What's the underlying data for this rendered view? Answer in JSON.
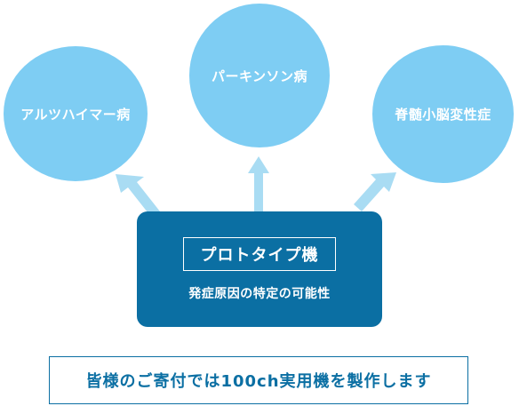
{
  "circles": {
    "left": "アルツハイマー病",
    "middle": "パーキンソン病",
    "right": "脊髄小脳変性症"
  },
  "prototype": {
    "title": "プロトタイプ機",
    "subtitle": "発症原因の特定の可能性"
  },
  "footer": {
    "text": "皆様のご寄付では100ch実用機を製作します"
  },
  "colors": {
    "circle": "#7ecdf3",
    "arrow": "#a9dcf3",
    "box": "#0b6fa3",
    "text_on_dark": "#ffffff"
  }
}
